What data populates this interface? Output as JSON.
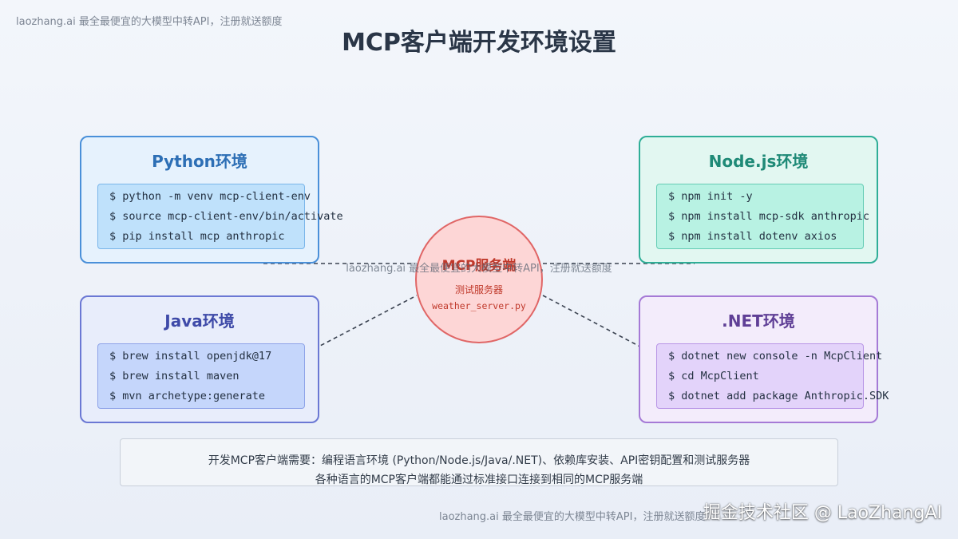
{
  "watermark_top": "laozhang.ai 最全最便宜的大模型中转API，注册就送额度",
  "title": "MCP客户端开发环境设置",
  "panels": {
    "python": {
      "title": "Python环境",
      "commands": [
        "$ python -m venv mcp-client-env",
        "$ source mcp-client-env/bin/activate",
        "$ pip install mcp anthropic"
      ]
    },
    "node": {
      "title": "Node.js环境",
      "commands": [
        "$ npm init -y",
        "$ npm install mcp-sdk anthropic",
        "$ npm install dotenv axios"
      ]
    },
    "java": {
      "title": "Java环境",
      "commands": [
        "$ brew install openjdk@17",
        "$ brew install maven",
        "$ mvn archetype:generate"
      ]
    },
    "net": {
      "title": ".NET环境",
      "commands": [
        "$ dotnet new console -n McpClient",
        "$ cd McpClient",
        "$ dotnet add package Anthropic.SDK"
      ]
    }
  },
  "server": {
    "title": "MCP服务端",
    "subtitle": "测试服务器",
    "file": "weather_server.py"
  },
  "watermark_middle": "laozhang.ai 最全最便宜的大模型中转API，注册就送额度",
  "summary": {
    "line1": "开发MCP客户端需要：编程语言环境 (Python/Node.js/Java/.NET)、依赖库安装、API密钥配置和测试服务器",
    "line2": "各种语言的MCP客户端都能通过标准接口连接到相同的MCP服务端"
  },
  "watermark_bottom": "laozhang.ai 最全最便宜的大模型中转API，注册就送额度",
  "watermark_juejin": "掘金技术社区 @ LaoZhangAI"
}
